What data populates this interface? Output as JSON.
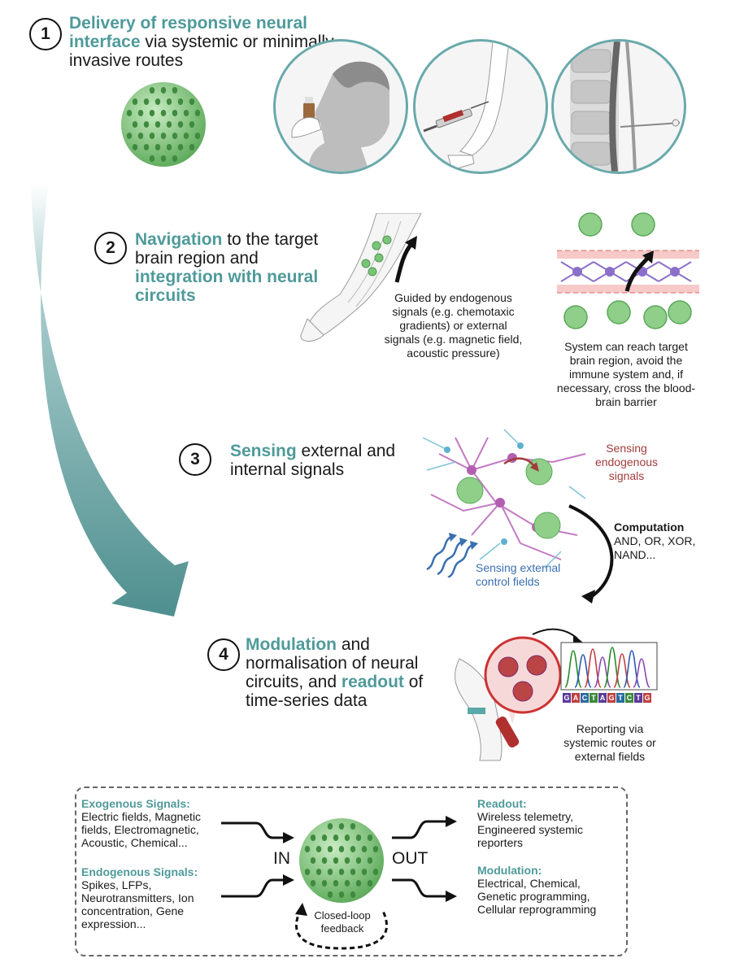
{
  "step1": {
    "number": "1",
    "highlight": "Delivery of responsive neural interface",
    "rest": " via systemic or minimally invasive routes",
    "routes": [
      "intranasal-route",
      "intravenous-route",
      "intrathecal-route"
    ]
  },
  "step2": {
    "number": "2",
    "highlight1": "Navigation",
    "rest1": " to the target brain region and ",
    "highlight2": "integration with neural circuits",
    "guided_note": "Guided by endogenous signals (e.g. chemotaxic gradients) or external signals (e.g. magnetic field, acoustic pressure)",
    "barrier_note": "System can reach target brain region, avoid the immune system and, if necessary, cross the blood-brain barrier"
  },
  "step3": {
    "number": "3",
    "highlight": "Sensing",
    "rest": " external and internal signals",
    "endogenous_label": "Sensing endogenous signals",
    "computation_title": "Computation",
    "computation_ops": "AND, OR, XOR, NAND...",
    "external_label": "Sensing external control fields"
  },
  "step4": {
    "number": "4",
    "highlight1": "Modulation",
    "rest1": " and normalisation of neural circuits, and ",
    "highlight2": "readout",
    "rest2": " of time-series data",
    "sequence_letters": [
      "G",
      "A",
      "C",
      "T",
      "A",
      "G",
      "T",
      "C",
      "T",
      "G"
    ],
    "reporting_note": "Reporting via systemic routes or external fields"
  },
  "io_box": {
    "exogenous_title": "Exogenous Signals:",
    "exogenous_body": "Electric fields, Magnetic fields, Electromagnetic, Acoustic, Chemical...",
    "endogenous_title": "Endogenous Signals:",
    "endogenous_body": "Spikes, LFPs, Neurotransmitters, Ion concentration, Gene expression...",
    "in_label": "IN",
    "out_label": "OUT",
    "feedback_label": "Closed-loop feedback",
    "readout_title": "Readout:",
    "readout_body": "Wireless telemetry, Engineered systemic reporters",
    "modulation_title": "Modulation:",
    "modulation_body": "Electrical, Chemical, Genetic programming, Cellular reprogramming"
  },
  "colors": {
    "teal_text": "#4f9a9a",
    "big_arrow": "#5a9a9a",
    "sphere_green": "#8fcf8a",
    "sphere_dots": "#3f8a3f",
    "endogenous_red": "#a33c3c",
    "external_blue": "#3a6fb0"
  }
}
